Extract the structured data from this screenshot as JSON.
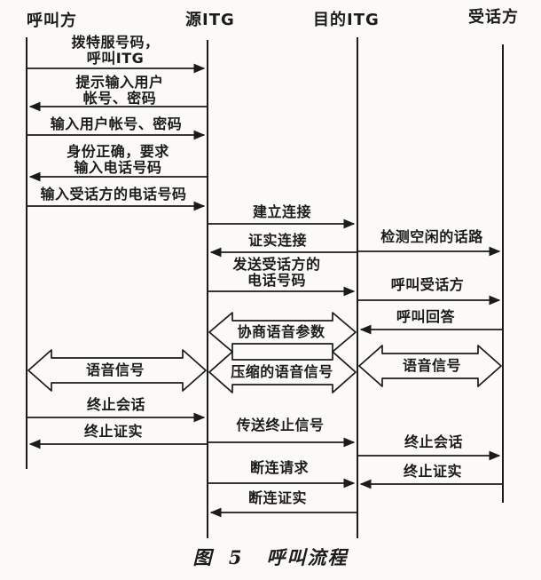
{
  "actors": [
    {
      "label": "呼叫方"
    },
    {
      "label": "源ITG"
    },
    {
      "label": "目的ITG"
    },
    {
      "label": "受话方"
    }
  ],
  "messages": [
    {
      "label": "拨特服号码，\n呼叫ITG",
      "from": "呼叫方",
      "to": "源ITG",
      "direction": "right"
    },
    {
      "label": "提示输入用户\n帐号、密码",
      "from": "源ITG",
      "to": "呼叫方",
      "direction": "left"
    },
    {
      "label": "输入用户帐号、密码",
      "from": "呼叫方",
      "to": "源ITG",
      "direction": "right"
    },
    {
      "label": "身份正确，要求\n输入电话号码",
      "from": "源ITG",
      "to": "呼叫方",
      "direction": "left"
    },
    {
      "label": "输入受话方的电话号码",
      "from": "呼叫方",
      "to": "源ITG",
      "direction": "right"
    },
    {
      "label": "建立连接",
      "from": "源ITG",
      "to": "目的ITG",
      "direction": "right"
    },
    {
      "label": "证实连接",
      "from": "目的ITG",
      "to": "源ITG",
      "direction": "left"
    },
    {
      "label": "发送受话方的\n电话号码",
      "from": "源ITG",
      "to": "目的ITG",
      "direction": "right"
    },
    {
      "label": "协商语音参数",
      "from": "源ITG",
      "to": "目的ITG",
      "direction": "both"
    },
    {
      "label": "压缩的语音信号",
      "from": "源ITG",
      "to": "目的ITG",
      "direction": "both"
    },
    {
      "label": "检测空闲的话路",
      "from": "目的ITG",
      "to": "受话方",
      "direction": "right"
    },
    {
      "label": "呼叫受话方",
      "from": "目的ITG",
      "to": "受话方",
      "direction": "right"
    },
    {
      "label": "呼叫回答",
      "from": "受话方",
      "to": "目的ITG",
      "direction": "left"
    },
    {
      "label": "语音信号",
      "from": "目的ITG",
      "to": "受话方",
      "direction": "both"
    },
    {
      "label": "语音信号",
      "from": "呼叫方",
      "to": "源ITG",
      "direction": "both"
    },
    {
      "label": "终止会话",
      "from": "呼叫方",
      "to": "源ITG",
      "direction": "right"
    },
    {
      "label": "终止证实",
      "from": "源ITG",
      "to": "呼叫方",
      "direction": "left"
    },
    {
      "label": "传送终止信号",
      "from": "源ITG",
      "to": "目的ITG",
      "direction": "right"
    },
    {
      "label": "断连请求",
      "from": "源ITG",
      "to": "目的ITG",
      "direction": "right"
    },
    {
      "label": "断连证实",
      "from": "目的ITG",
      "to": "源ITG",
      "direction": "left"
    },
    {
      "label": "终止会话",
      "from": "目的ITG",
      "to": "受话方",
      "direction": "right"
    },
    {
      "label": "终止证实",
      "from": "受话方",
      "to": "目的ITG",
      "direction": "left"
    }
  ],
  "figure": {
    "caption_prefix": "图 5",
    "caption_title": "呼叫流程"
  },
  "ink_color": "#1b1b1b",
  "background_color": "#fbfaf6"
}
